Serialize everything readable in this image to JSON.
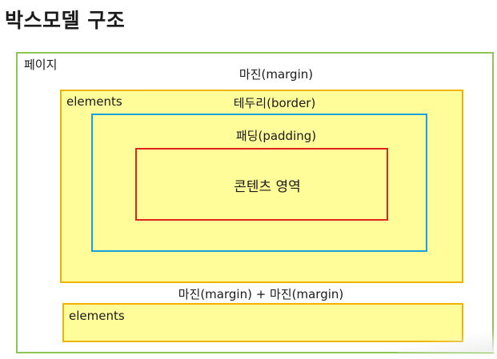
{
  "title": "박스모델 구조",
  "labels": {
    "page": "페이지",
    "margin": "마진(margin)",
    "elements_1": "elements",
    "border": "테두리(border)",
    "padding": "패딩(padding)",
    "content": "콘텐츠 영역",
    "margin_sum": "마진(margin) + 마진(margin)",
    "elements_2": "elements"
  },
  "colors": {
    "page_border": "#8cc653",
    "element_border": "#f0b400",
    "element_fill": "#fffd99",
    "padding_border": "#1aa0dc",
    "content_border": "#e0261b"
  }
}
